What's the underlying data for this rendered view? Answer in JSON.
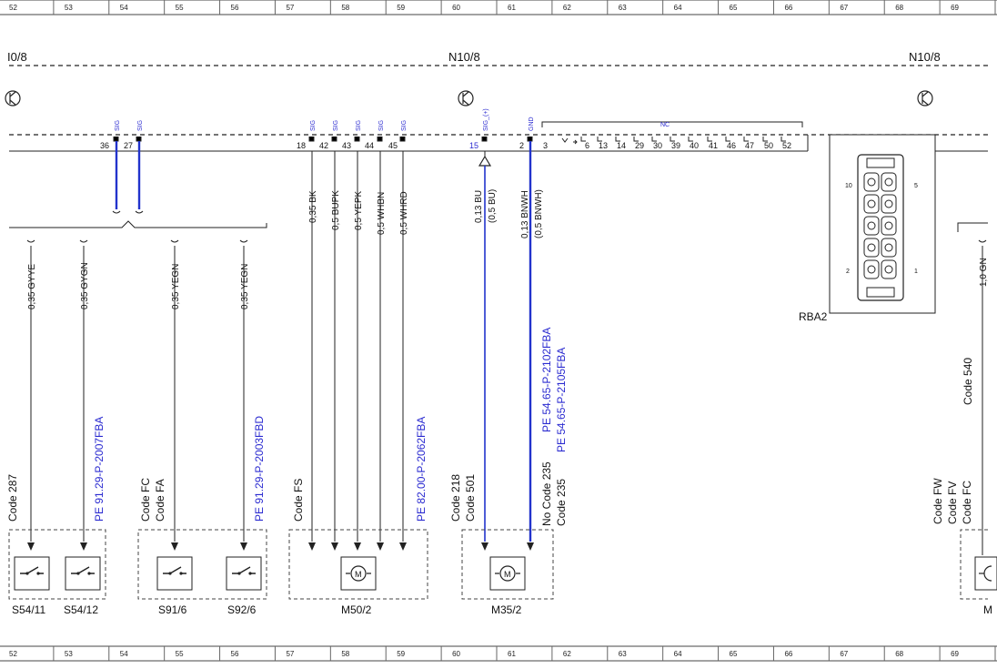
{
  "ruler": {
    "top": [
      "52",
      "53",
      "54",
      "55",
      "56",
      "57",
      "58",
      "59",
      "60",
      "61",
      "62",
      "63",
      "64",
      "65",
      "66",
      "67",
      "68",
      "69"
    ],
    "bottom": [
      "52",
      "53",
      "54",
      "55",
      "56",
      "57",
      "58",
      "59",
      "60",
      "61",
      "62",
      "63",
      "64",
      "65",
      "66",
      "67",
      "68",
      "69"
    ]
  },
  "modules": {
    "left": "I0/8",
    "center": "N10/8",
    "right": "N10/8"
  },
  "pins": {
    "sig": "SIG",
    "sig_plus": "SIG_(+)",
    "gnd": "GND",
    "nc": "NC",
    "left_numbers": [
      "36",
      "27"
    ],
    "mid_numbers": [
      "18",
      "42",
      "43",
      "44",
      "45"
    ],
    "center_number": "15",
    "nc_numbers": [
      "2",
      "3",
      "6",
      "13",
      "14",
      "29",
      "30",
      "39",
      "40",
      "41",
      "46",
      "47",
      "50",
      "52"
    ]
  },
  "wires": {
    "w1": "0,35 GYYE",
    "w2": "0,35 GYGN",
    "w3": "0,35 YEGN",
    "w4": "0,35 YEGN",
    "w5": "0,35 BK",
    "w6": "0,5 BUPK",
    "w7": "0,5 YEPK",
    "w8": "0,5 WHBN",
    "w9": "0,5 WHRD",
    "w10a": "0,13 BU",
    "w10b": "(0,5 BU)",
    "w11a": "0,13 BNWH",
    "w11b": "(0,5 BNWH)",
    "w12": "1,0 GN"
  },
  "refs": {
    "pe1": "PE 91.29-P-2007FBA",
    "pe2": "PE 91.29-P-2003FBD",
    "pe3": "PE 82.00-P-2062FBA",
    "pe4a": "PE 54.65-P-2102FBA",
    "pe4b": "PE 54.65-P-2105FBA"
  },
  "codes": {
    "c287": "Code 287",
    "cfc": "Code FC",
    "cfa": "Code FA",
    "cfs": "Code FS",
    "c218": "Code 218",
    "c501": "Code 501",
    "no235": "No Code 235",
    "c235": "Code 235",
    "c540": "Code 540",
    "cfw": "Code FW",
    "cfv": "Code FV",
    "cfc2": "Code FC"
  },
  "components": {
    "s54_11": "S54/11",
    "s54_12": "S54/12",
    "s91_6": "S91/6",
    "s92_6": "S92/6",
    "m50_2": "M50/2",
    "m35_2": "M35/2",
    "rba2": "RBA2",
    "m_partial": "M",
    "motor": "M"
  },
  "connector": {
    "p10": "10",
    "p5": "5",
    "p2": "2",
    "p1": "1"
  },
  "colors": {
    "wire_blue": "#2233cc",
    "ref_blue": "#2a2ad0",
    "line": "#222222"
  }
}
